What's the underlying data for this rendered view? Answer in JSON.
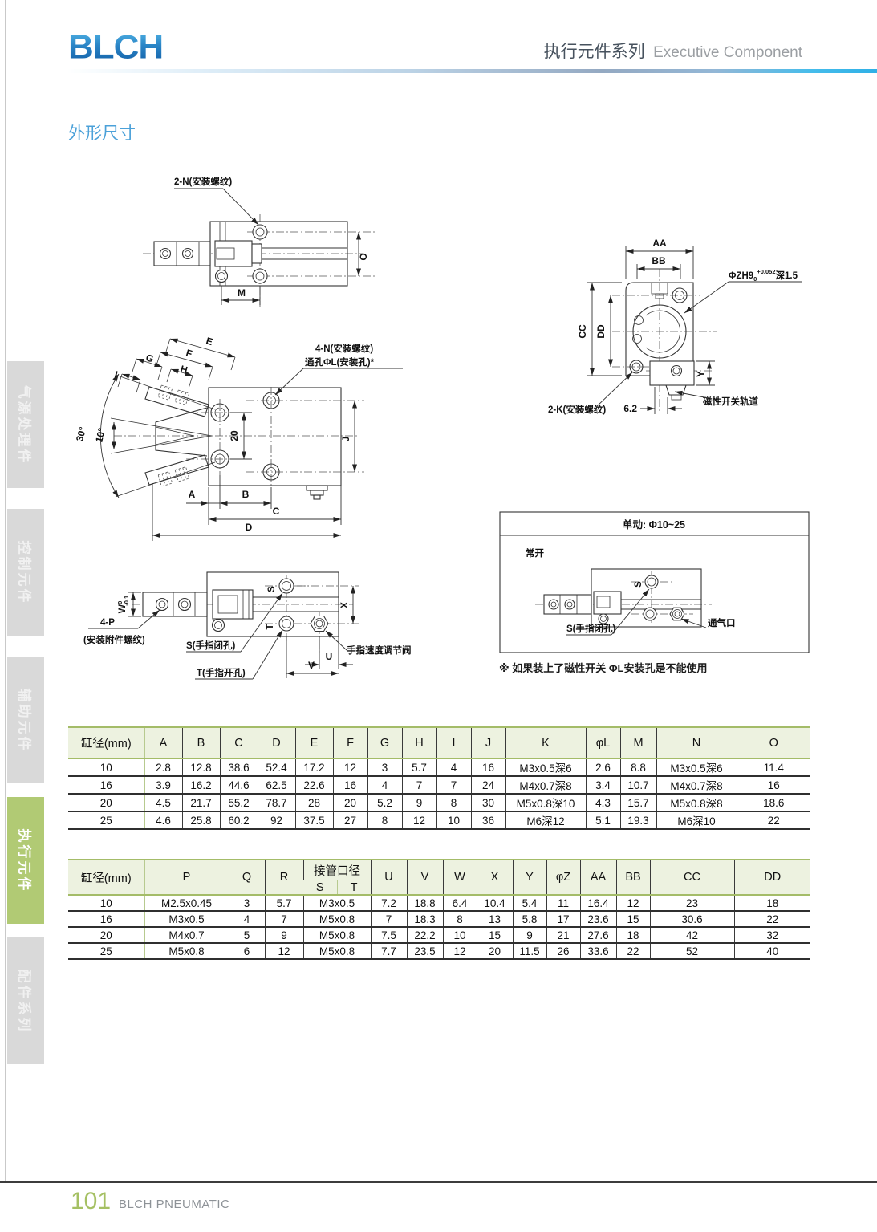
{
  "header": {
    "logo": "BLCH",
    "series_zh": "执行元件系列",
    "series_en": "Executive Component"
  },
  "page_title": "外形尺寸",
  "sidebar": {
    "items": [
      {
        "label": "气源处理件",
        "active": false
      },
      {
        "label": "控制元件",
        "active": false
      },
      {
        "label": "辅助元件",
        "active": false
      },
      {
        "label": "执行元件",
        "active": true
      },
      {
        "label": "配件系列",
        "active": false
      }
    ]
  },
  "colors": {
    "accent_blue": "#4ba1d9",
    "tab_green": "#b1ca74",
    "tab_gray": "#d9d9d9",
    "table_header_bg": "#edf2e0",
    "table_border_green": "#a4bc68",
    "page_num_green": "#a5c063"
  },
  "drawings": {
    "side_view": {
      "label_mount_thread": "2-N(安装螺纹)",
      "dim_m": "M",
      "dim_o": "O"
    },
    "rear_view": {
      "dim_aa": "AA",
      "dim_bb": "BB",
      "dim_cc": "CC",
      "dim_dd": "DD",
      "dim_y": "Y",
      "dim_62": "6.2",
      "label_zh9_prefix": "ΦZH9",
      "label_zh9_sub": "0",
      "label_zh9_sup": "+0.052",
      "label_zh9_suffix": "深1.5",
      "label_mount_thread": "2-K(安装螺纹)",
      "label_switch_rail": "磁性开关轨道"
    },
    "front_view": {
      "label_mount_thread": "4-N(安装螺纹)",
      "label_through_hole": "通孔ΦL(安装孔)*",
      "dim_e": "E",
      "dim_f": "F",
      "dim_g": "G",
      "dim_h": "H",
      "dim_i": "I",
      "angle_30": "30°",
      "angle_10": "10°",
      "dim_20": "20",
      "dim_j": "J",
      "dim_a": "A",
      "dim_b": "B",
      "dim_c": "C",
      "dim_d": "D"
    },
    "bottom_view": {
      "dim_w_prefix": "W",
      "dim_w_sup": "0",
      "dim_w_sub": "-0.1",
      "label_4p": "4-P",
      "label_attach_thread": "(安装附件螺纹)",
      "label_s_hole": "S(手指闭孔)",
      "label_t_hole": "T(手指开孔)",
      "port_s": "S",
      "port_t": "T",
      "dim_x": "X",
      "dim_u": "U",
      "dim_v": "V",
      "label_speed_valve": "手指速度调节阀"
    },
    "single_acting": {
      "title": "单动: Φ10~25",
      "label_normally_open": "常开",
      "label_s_hole": "S(手指闭孔)",
      "label_vent": "通气口",
      "port_s": "S"
    },
    "note": "※ 如果装上了磁性开关 ΦL安装孔是不能使用"
  },
  "tables": {
    "dims1": {
      "headers": [
        "缸径(mm)",
        "A",
        "B",
        "C",
        "D",
        "E",
        "F",
        "G",
        "H",
        "I",
        "J",
        "K",
        "φL",
        "M",
        "N",
        "O"
      ],
      "rows": [
        [
          "10",
          "2.8",
          "12.8",
          "38.6",
          "52.4",
          "17.2",
          "12",
          "3",
          "5.7",
          "4",
          "16",
          "M3x0.5深6",
          "2.6",
          "8.8",
          "M3x0.5深6",
          "11.4"
        ],
        [
          "16",
          "3.9",
          "16.2",
          "44.6",
          "62.5",
          "22.6",
          "16",
          "4",
          "7",
          "7",
          "24",
          "M4x0.7深8",
          "3.4",
          "10.7",
          "M4x0.7深8",
          "16"
        ],
        [
          "20",
          "4.5",
          "21.7",
          "55.2",
          "78.7",
          "28",
          "20",
          "5.2",
          "9",
          "8",
          "30",
          "M5x0.8深10",
          "4.3",
          "15.7",
          "M5x0.8深8",
          "18.6"
        ],
        [
          "25",
          "4.6",
          "25.8",
          "60.2",
          "92",
          "37.5",
          "27",
          "8",
          "12",
          "10",
          "36",
          "M6深12",
          "5.1",
          "19.3",
          "M6深10",
          "22"
        ]
      ]
    },
    "dims2": {
      "header_bore": "缸径(mm)",
      "header_p": "P",
      "header_q": "Q",
      "header_r": "R",
      "header_pipe": "接管口径",
      "header_s": "S",
      "header_t": "T",
      "headers_rest": [
        "U",
        "V",
        "W",
        "X",
        "Y",
        "φZ",
        "AA",
        "BB",
        "CC",
        "DD"
      ],
      "rows": [
        [
          "10",
          "M2.5x0.45",
          "3",
          "5.7",
          "M3x0.5",
          "7.2",
          "18.8",
          "6.4",
          "10.4",
          "5.4",
          "11",
          "16.4",
          "12",
          "23",
          "18"
        ],
        [
          "16",
          "M3x0.5",
          "4",
          "7",
          "M5x0.8",
          "7",
          "18.3",
          "8",
          "13",
          "5.8",
          "17",
          "23.6",
          "15",
          "30.6",
          "22"
        ],
        [
          "20",
          "M4x0.7",
          "5",
          "9",
          "M5x0.8",
          "7.5",
          "22.2",
          "10",
          "15",
          "9",
          "21",
          "27.6",
          "18",
          "42",
          "32"
        ],
        [
          "25",
          "M5x0.8",
          "6",
          "12",
          "M5x0.8",
          "7.7",
          "23.5",
          "12",
          "20",
          "11.5",
          "26",
          "33.6",
          "22",
          "52",
          "40"
        ]
      ]
    }
  },
  "footer": {
    "page_number": "101",
    "brand": "BLCH PNEUMATIC"
  }
}
